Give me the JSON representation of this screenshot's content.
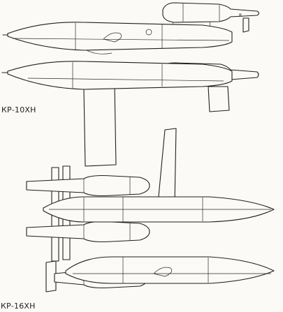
{
  "labels": {
    "upper": "КР-10ХН",
    "lower": "КР-16ХН"
  },
  "marks": {
    "r": "R"
  },
  "colors": {
    "ink": "#1f1f1f",
    "paper": "#fbfaf6"
  }
}
